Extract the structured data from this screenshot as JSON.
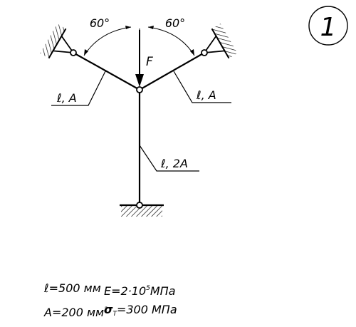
{
  "figure": {
    "number": "1",
    "angle_left": "60°",
    "angle_right": "60°",
    "force_label": "F",
    "rod_left_label": "ℓ, A",
    "rod_right_label": "ℓ, A",
    "rod_vertical_label": "ℓ, 2A"
  },
  "parameters": {
    "length": "ℓ=500 мм",
    "area": "A=200 мм",
    "area_exp": "2",
    "modulus_base": "E=2·10",
    "modulus_exp": "5",
    "modulus_unit": "МПа",
    "yield_sigma": "σ",
    "yield_sub": "T",
    "yield_value": "=300 МПа"
  }
}
